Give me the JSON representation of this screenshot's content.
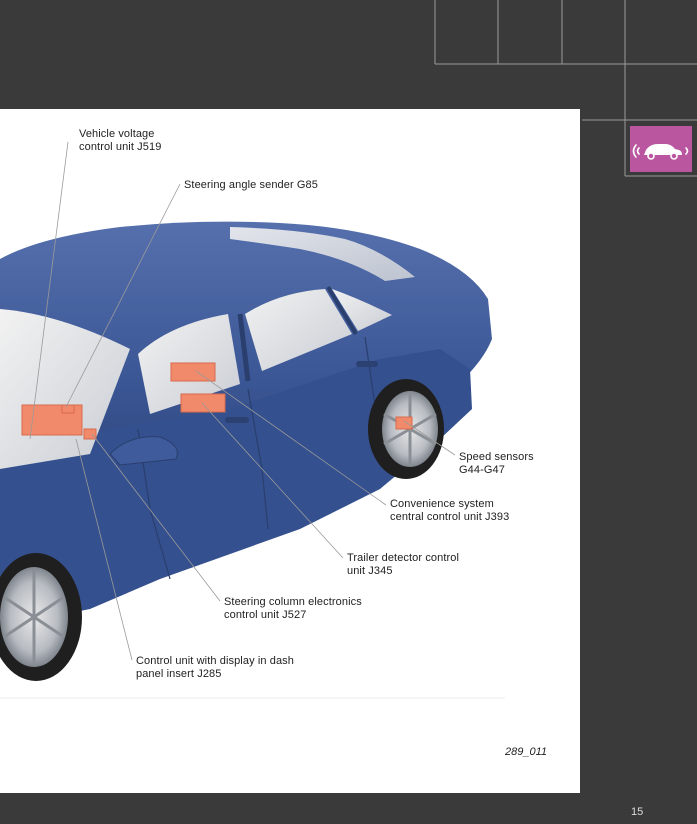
{
  "callouts": [
    {
      "id": "j519",
      "text": "Vehicle voltage\ncontrol unit J519"
    },
    {
      "id": "g85",
      "text": "Steering angle sender G85"
    },
    {
      "id": "g44",
      "text": "Speed sensors\nG44-G47"
    },
    {
      "id": "j393",
      "text": "Convenience system\ncentral control unit J393"
    },
    {
      "id": "j345",
      "text": "Trailer detector control\nunit J345"
    },
    {
      "id": "j527",
      "text": "Steering column electronics\ncontrol unit J527"
    },
    {
      "id": "j285",
      "text": "Control unit with display in dash\npanel insert J285"
    }
  ],
  "figure_id": "289_011",
  "page_number": "15",
  "section_icon": "car-network-icon",
  "colors": {
    "background": "#3a3a3a",
    "panel": "#ffffff",
    "badge": "#b9569f",
    "car_body": "#3c5796",
    "component": "#f08a6a"
  }
}
